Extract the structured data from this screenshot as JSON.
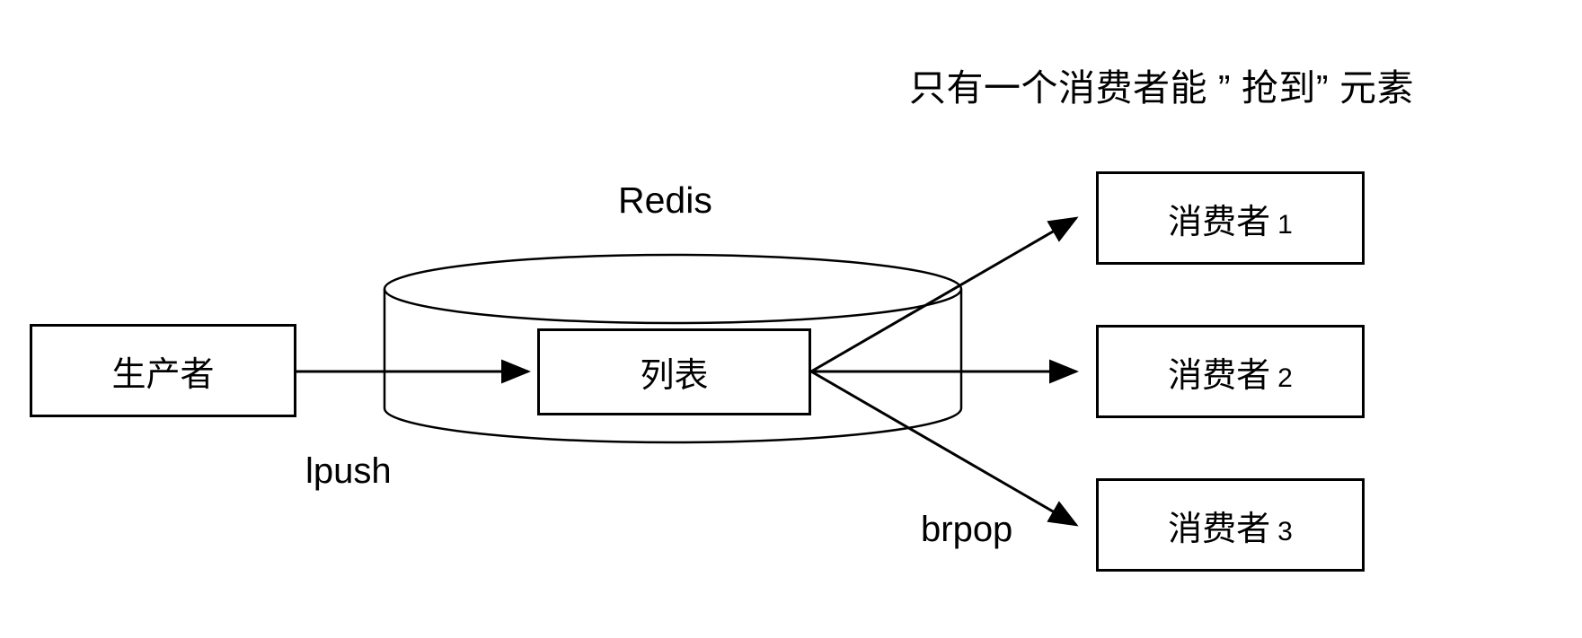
{
  "diagram": {
    "type": "redis-list-producer-consumer",
    "annotation": {
      "text": "只有一个消费者能 ” 抢到” 元素"
    },
    "datastore": {
      "label": "Redis",
      "shape": "cylinder",
      "inner_box_label": "列表"
    },
    "producer": {
      "label": "生产者"
    },
    "consumers": [
      {
        "label": "消费者",
        "index": "1"
      },
      {
        "label": "消费者",
        "index": "2"
      },
      {
        "label": "消费者",
        "index": "3"
      }
    ],
    "edges": [
      {
        "label": "lpush",
        "from": "生产者",
        "to": "列表"
      },
      {
        "label": "brpop",
        "from": "列表",
        "to": "消费者"
      }
    ],
    "colors": {
      "stroke": "#000000",
      "fill": "#ffffff",
      "text": "#000000"
    }
  }
}
